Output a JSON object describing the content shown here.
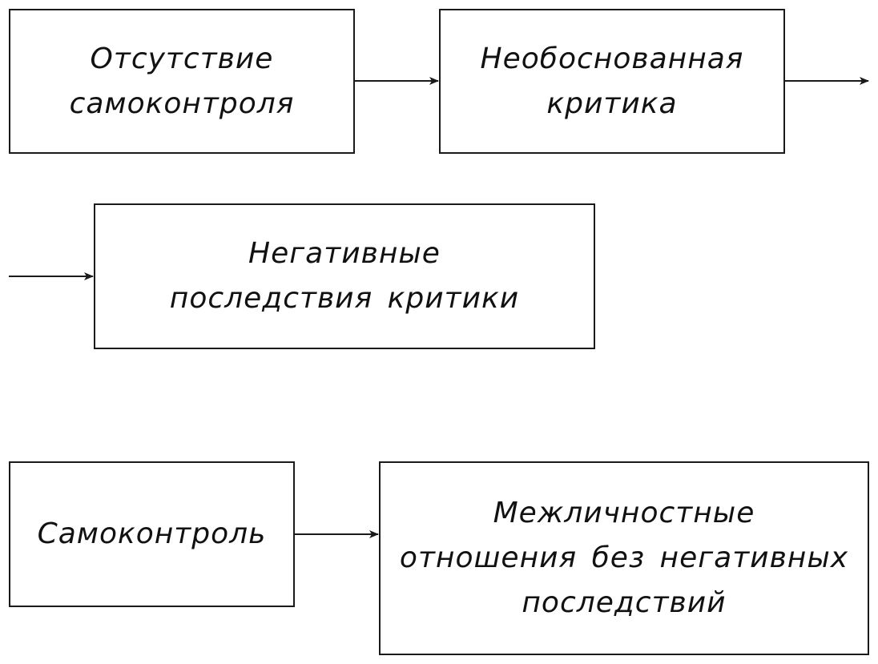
{
  "diagram": {
    "nodes": [
      {
        "id": "no-self-control",
        "lines": [
          "Отсутствие",
          "самоконтроля"
        ]
      },
      {
        "id": "unfounded-criticism",
        "lines": [
          "Необоснованная",
          "критика"
        ]
      },
      {
        "id": "negative-consequences",
        "lines": [
          "Негативные",
          "последствия критики"
        ]
      },
      {
        "id": "self-control",
        "lines": [
          "Самоконтроль"
        ]
      },
      {
        "id": "relations",
        "lines": [
          "Межличностные",
          "отношения без негативных",
          "последствий"
        ]
      }
    ],
    "edges": [
      {
        "from": "no-self-control",
        "to": "unfounded-criticism"
      },
      {
        "from": "unfounded-criticism",
        "to": "negative-consequences"
      },
      {
        "from": "self-control",
        "to": "relations"
      }
    ],
    "colors": {
      "stroke": "#1a1a1a",
      "text": "#111111",
      "background": "#ffffff"
    }
  }
}
